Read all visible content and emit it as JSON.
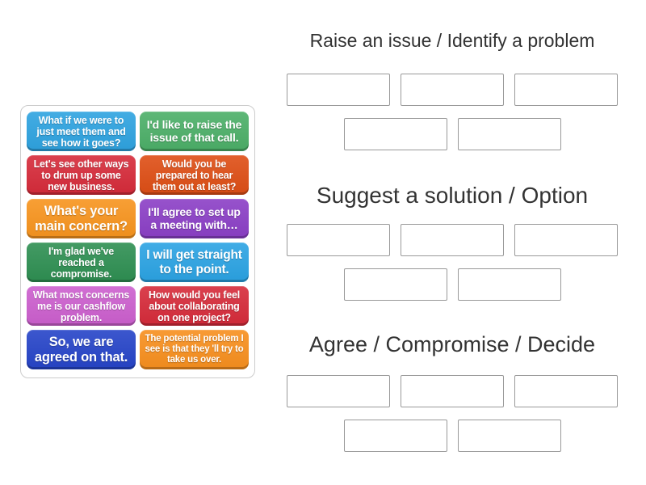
{
  "activity": {
    "type_label": "group-sort"
  },
  "card_panel": {
    "cards": [
      {
        "text": "What if we were to just meet them and see how it goes?",
        "color": "#2EA3E0",
        "size": "sm"
      },
      {
        "text": "I'd like to raise the issue of that call.",
        "color": "#4CAF68",
        "size": "md"
      },
      {
        "text": "Let's see other ways to drum up some new business.",
        "color": "#D62B3A",
        "size": "sm"
      },
      {
        "text": "Would you be prepared to hear them out at least?",
        "color": "#DE4E15",
        "size": "sm"
      },
      {
        "text": "What's your main concern?",
        "color": "#F7941E",
        "size": "lg"
      },
      {
        "text": "I'll agree to set up a meeting with…",
        "color": "#8B3FC6",
        "size": "md"
      },
      {
        "text": "I'm glad we've reached a compromise.",
        "color": "#2E8F52",
        "size": "sm"
      },
      {
        "text": "I will get straight to the point.",
        "color": "#2BA3E3",
        "size": "ml"
      },
      {
        "text": "What most concerns me is our cashflow problem.",
        "color": "#CC5FCE",
        "size": "sm"
      },
      {
        "text": "How would you feel about collaborating on one project?",
        "color": "#D62B3A",
        "size": "sm"
      },
      {
        "text": "So, we are agreed on that.",
        "color": "#2644C8",
        "size": "lg"
      },
      {
        "text": "The potential problem I see is that they 'll try to take us over.",
        "color": "#F78F1E",
        "size": "xs"
      }
    ]
  },
  "groups": [
    {
      "label": "Raise an issue / Identify a problem",
      "slots": 5,
      "slot_rows": [
        3,
        2
      ]
    },
    {
      "label": "Suggest a solution / Option",
      "slots": 5,
      "slot_rows": [
        3,
        2
      ]
    },
    {
      "label": "Agree / Compromise / Decide",
      "slots": 5,
      "slot_rows": [
        3,
        2
      ]
    }
  ],
  "colors": {
    "page_background": "#ffffff",
    "panel_border": "#cccccc",
    "slot_border": "#999999",
    "header_text": "#333333"
  }
}
